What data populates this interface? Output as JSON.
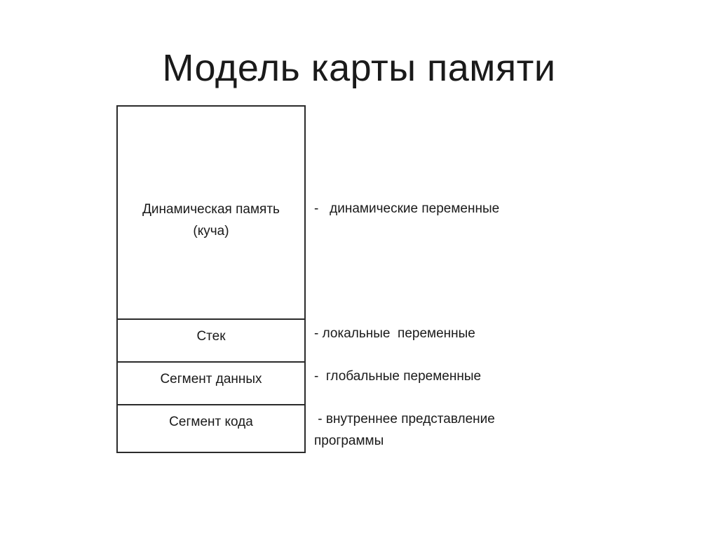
{
  "slide": {
    "title": "Модель карты памяти"
  },
  "segments": [
    {
      "label_line1": "Динамическая память",
      "label_line2": "(куча)",
      "description": "-   динамические переменные"
    },
    {
      "label_line1": "Стек",
      "description": "- локальные  переменные"
    },
    {
      "label_line1": "Сегмент данных",
      "description": "-  глобальные переменные"
    },
    {
      "label_line1": "Сегмент кода",
      "description_line1": " - внутреннее представление",
      "description_line2": "программы"
    }
  ]
}
